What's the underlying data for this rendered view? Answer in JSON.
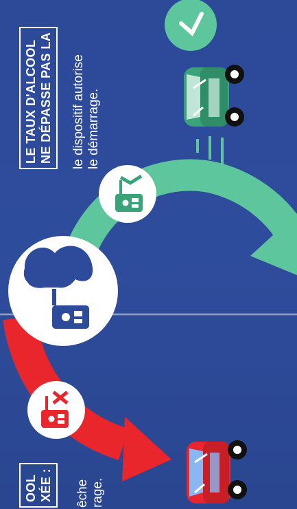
{
  "top_panel": {
    "heading_line1": "LE TAUX D'ALCOOL",
    "heading_line2": "NE DÉPASSE PAS LA",
    "body_line1": "le dispositif autorise",
    "body_line2": "le démarrage."
  },
  "bottom_panel": {
    "heading_line1": "OOL",
    "heading_line2": "XÉE :",
    "body_line1": "êche",
    "body_line2": "rage."
  },
  "colors": {
    "background": "#2d4b9a",
    "approve_green": "#5ec69d",
    "reject_red": "#e8262c",
    "car_green": "#3aa37a",
    "car_red": "#e8262c"
  },
  "icons": {
    "check": "check-icon",
    "breathalyzer_ok": "breathalyzer-check-icon",
    "breathalyzer_blocked": "breathalyzer-cross-icon",
    "person_blowing": "person-blowing-icon"
  }
}
